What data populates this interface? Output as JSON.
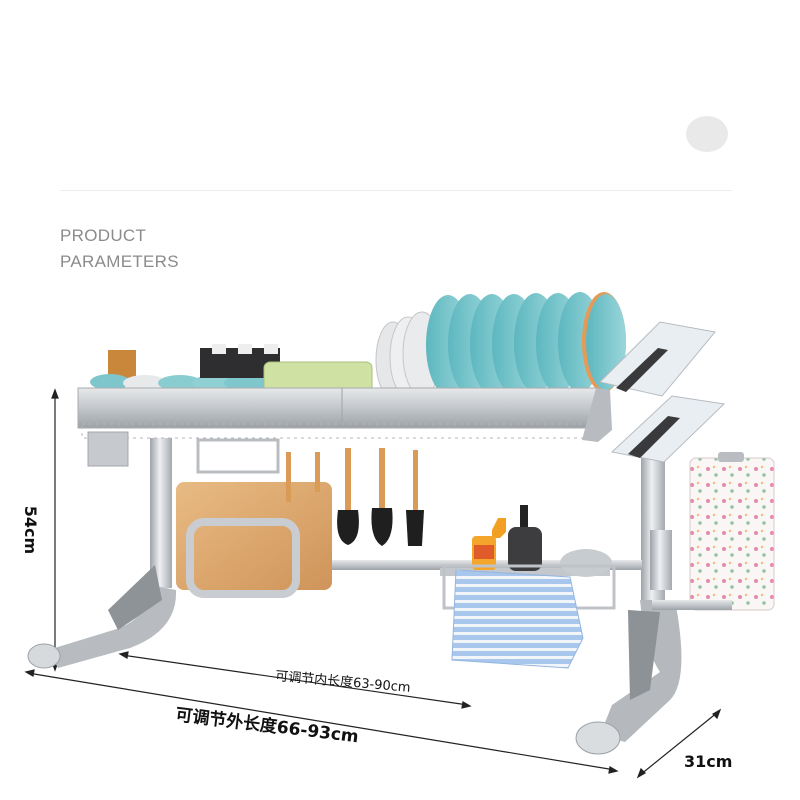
{
  "heading": {
    "line1": "PRODUCT",
    "line2": "PARAMETERS"
  },
  "dimensions": {
    "height": "54cm",
    "inner_length": "可调节内长度63-90cm",
    "outer_length": "可调节外长度66-93cm",
    "depth": "31cm"
  },
  "colors": {
    "steel": "#c9ccd0",
    "plates": "#79c6cc",
    "board": "#d9a46c",
    "towel": "#8fb7e0"
  }
}
